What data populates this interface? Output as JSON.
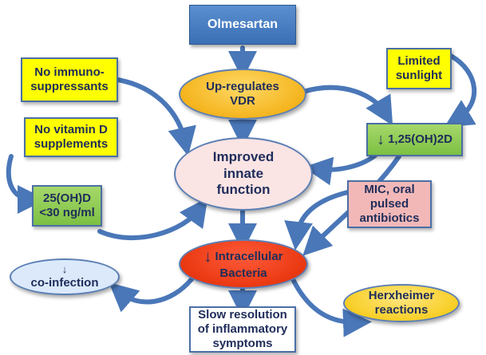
{
  "nodes": {
    "olmesartan": "Olmesartan",
    "upregulates": [
      "Up-regulates",
      "VDR"
    ],
    "no_immuno": [
      "No immuno-",
      "suppressants"
    ],
    "limited_sunlight": [
      "Limited",
      "sunlight"
    ],
    "vitd_125": {
      "arrow": "↓",
      "label": "1,25(OH)2D"
    },
    "no_vitd": [
      "No vitamin D",
      "supplements"
    ],
    "improved": [
      "Improved",
      "innate",
      "function"
    ],
    "vitd_25": [
      "25(OH)D",
      "<30 ng/ml"
    ],
    "mic": [
      "MIC, oral",
      "pulsed",
      "antibiotics"
    ],
    "intracellular": {
      "arrow": "↓",
      "line1": "Intracellular",
      "line2": "Bacteria"
    },
    "coinfection": {
      "arrow": "↓",
      "label": "co-infection"
    },
    "herxheimer": [
      "Herxheimer",
      "reactions"
    ],
    "slow_resolution": [
      "Slow resolution",
      "of inflammatory",
      "symptoms"
    ]
  },
  "colors": {
    "arrow": "#4a77b8",
    "arrow_dark": "#35609e"
  }
}
